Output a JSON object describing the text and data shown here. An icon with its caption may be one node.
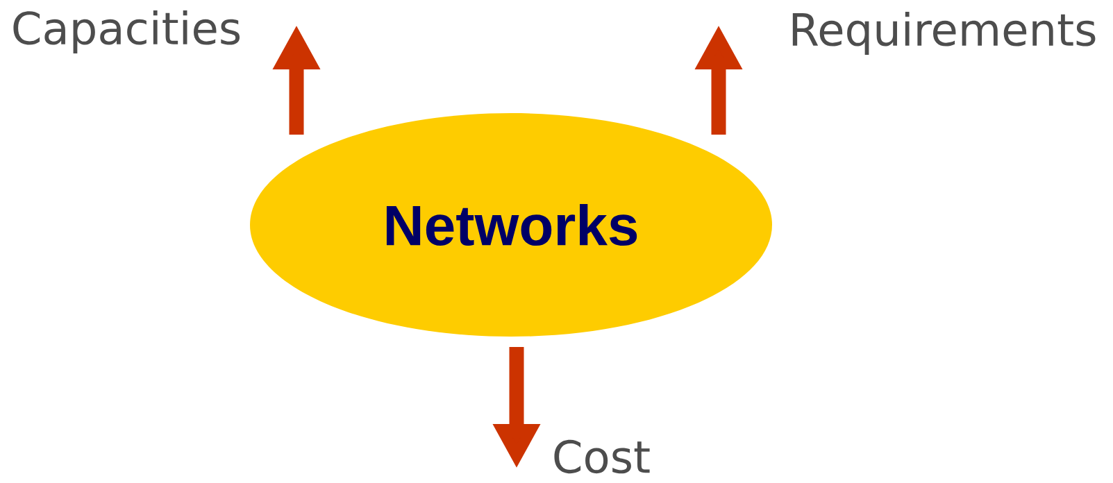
{
  "diagram": {
    "nodes": [
      {
        "text": [
          "Networks"
        ]
      },
      {
        "text": [
          "Capacities"
        ]
      },
      {
        "text": [
          "Requirements"
        ]
      },
      {
        "text": [
          "Cost"
        ]
      }
    ],
    "edges": [
      {
        "from": 0,
        "to": 1,
        "arrow": "to"
      },
      {
        "from": 0,
        "to": 2,
        "arrow": "to"
      },
      {
        "from": 0,
        "to": 3,
        "arrow": "to"
      }
    ]
  }
}
